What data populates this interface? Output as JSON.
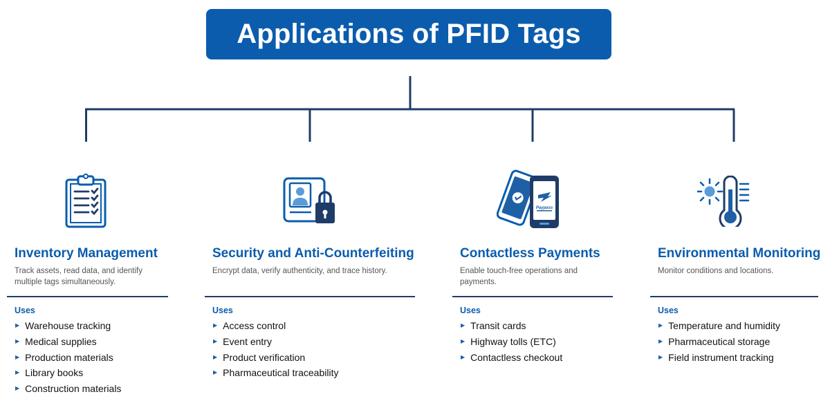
{
  "title": "Applications of PFID Tags",
  "colors": {
    "primary": "#0b5cad",
    "navy": "#1f3c68",
    "light_blue": "#5b9bd8"
  },
  "columns": [
    {
      "icon": "clipboard-checklist-icon",
      "title": "Inventory Management",
      "description": "Track assets, read data, and identify multiple tags simultaneously.",
      "uses_label": "Uses",
      "uses": [
        "Warehouse tracking",
        "Medical supplies",
        "Production materials",
        "Library books",
        "Construction materials"
      ]
    },
    {
      "icon": "id-card-lock-icon",
      "title": "Security and Anti-Counterfeiting",
      "description": "Encrypt data, verify authenticity, and trace history.",
      "uses_label": "Uses",
      "uses": [
        "Access control",
        "Event entry",
        "Product verification",
        "Pharmaceutical traceability"
      ]
    },
    {
      "icon": "contactless-phones-icon",
      "title": "Contactless Payments",
      "description": "Enable touch-free operations and payments.",
      "uses_label": "Uses",
      "uses": [
        "Transit cards",
        "Highway tolls (ETC)",
        "Contactless checkout"
      ],
      "icon_text": "Paypass"
    },
    {
      "icon": "sun-thermometer-icon",
      "title": "Environmental Monitoring",
      "description": "Monitor conditions and locations.",
      "uses_label": "Uses",
      "uses": [
        "Temperature and humidity",
        "Pharmaceutical storage",
        "Field instrument tracking"
      ]
    }
  ]
}
